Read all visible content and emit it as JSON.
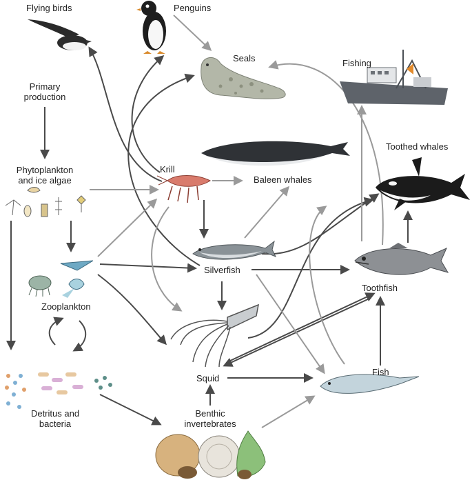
{
  "labels": {
    "flying_birds": "Flying birds",
    "penguins": "Penguins",
    "seals": "Seals",
    "fishing": "Fishing",
    "primary_production_1": "Primary",
    "primary_production_2": "production",
    "phytoplankton_1": "Phytoplankton",
    "phytoplankton_2": "and ice algae",
    "krill": "Krill",
    "baleen_whales": "Baleen whales",
    "toothed_whales": "Toothed whales",
    "zooplankton": "Zooplankton",
    "silverfish": "Silverfish",
    "toothfish": "Toothfish",
    "squid": "Squid",
    "fish": "Fish",
    "detritus_1": "Detritus and",
    "detritus_2": "bacteria",
    "benthic_1": "Benthic",
    "benthic_2": "invertebrates"
  },
  "icons": [
    "flying-bird-icon",
    "penguin-icon",
    "seal-icon",
    "fishing-vessel-icon",
    "baleen-whale-icon",
    "orca-icon",
    "phytoplankton-icon",
    "krill-icon",
    "zooplankton-icon",
    "silverfish-icon",
    "toothfish-icon",
    "squid-icon",
    "fish-icon",
    "detritus-icon",
    "benthic-invertebrates-icon"
  ],
  "colors": {
    "dark_arrow": "#4a4a4a",
    "light_arrow": "#9a9a9a"
  }
}
